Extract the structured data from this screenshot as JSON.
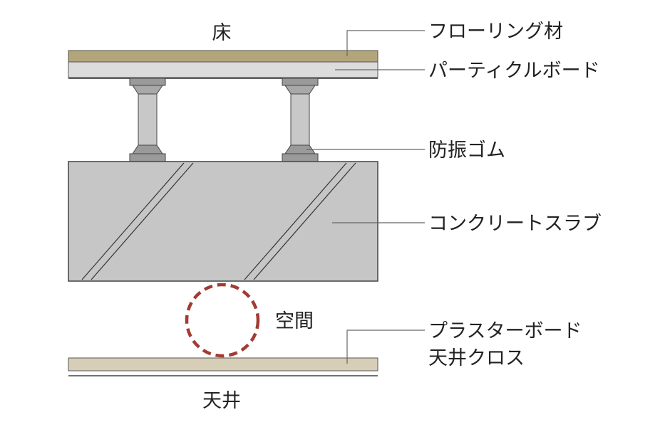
{
  "labels": {
    "floor": "床",
    "flooring": "フローリング材",
    "particle_board": "パーティクルボード",
    "rubber": "防振ゴム",
    "slab": "コンクリートスラブ",
    "space": "空間",
    "plaster_board": "プラスターボード",
    "ceiling_cloth": "天井クロス",
    "ceiling": "天井"
  },
  "colors": {
    "flooring": "#b3a57a",
    "particle_board": "#dcdcdc",
    "support": "#c8c8c8",
    "support_dark": "#9a9a9a",
    "slab": "#c6c6c6",
    "ceiling_board": "#d6ceb6",
    "space_circle": "#a33b32",
    "leader_line": "#666666",
    "outline": "#555555"
  }
}
